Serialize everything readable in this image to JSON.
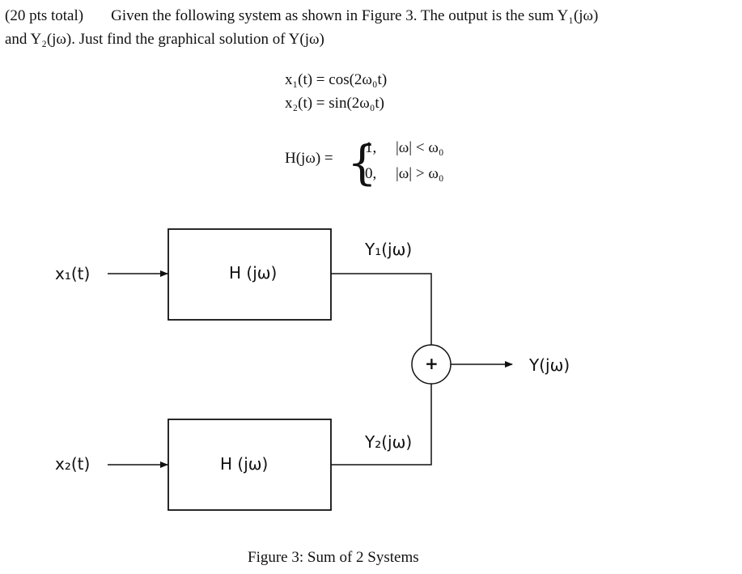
{
  "problem": {
    "points": "(20 pts total)",
    "statement_line1": "Given the following system as shown in Figure 3. The output is the sum Y₁(jω)",
    "statement_line2": "and Y₂(jω). Just find the graphical solution of Y(jω)"
  },
  "equations": {
    "x1": "x₁(t) = cos(2ω₀t)",
    "x2": "x₂(t) = sin(2ω₀t)",
    "h_lhs": "H(jω) =",
    "h_case1_value": "1,",
    "h_case1_cond": "|ω| < ω₀",
    "h_case2_value": "0,",
    "h_case2_cond": "|ω| > ω₀"
  },
  "diagram": {
    "input1": "x₁(t)",
    "input2": "x₂(t)",
    "block1": "H (jω)",
    "block2": "H (jω)",
    "y1": "Y₁(jω)",
    "y2": "Y₂(jω)",
    "sum_symbol": "+",
    "output": "Y(jω)"
  },
  "caption": "Figure 3: Sum of 2 Systems"
}
